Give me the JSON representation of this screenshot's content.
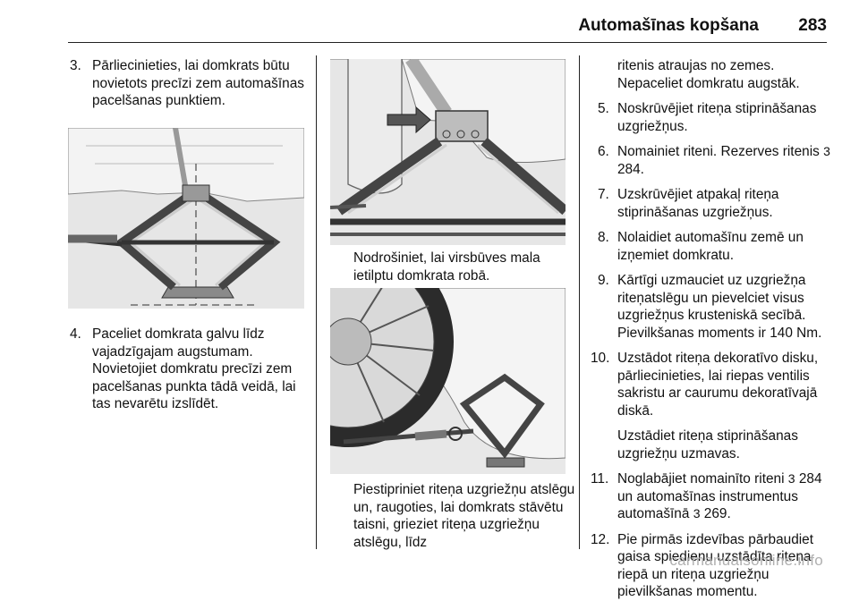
{
  "header": {
    "title": "Automašīnas kopšana",
    "page_number": "283"
  },
  "left_column": {
    "step3_num": "3.",
    "step3_text": "Pārliecinieties, lai domkrats būtu novietots precīzi zem automašīnas pacelšanas punktiem.",
    "step4_num": "4.",
    "step4_text": "Paceliet domkrata galvu līdz vajadzīgajam augstumam. Novietojiet domkratu precīzi zem pacelšanas punkta tādā veidā, lai tas nevarētu izslīdēt."
  },
  "middle_column": {
    "caption1": "Nodrošiniet, lai virsbūves mala ietilptu domkrata robā.",
    "caption2": "Piestipriniet riteņa uzgriežņu atslēgu un, raugoties, lai domkrats stāvētu taisni, grieziet riteņa uzgriežņu atslēgu, līdz"
  },
  "right_column": {
    "cont_text": "ritenis atraujas no zemes. Nepaceliet domkratu augstāk.",
    "steps": [
      {
        "num": "5.",
        "text": "Noskrūvējiet riteņa stiprināšanas uzgriežņus."
      },
      {
        "num": "6.",
        "text_a": "Nomainiet riteni. Rezerves ritenis",
        "ref_icon": "3",
        "text_b": "284."
      },
      {
        "num": "7.",
        "text": "Uzskrūvējiet atpakaļ riteņa stiprināšanas uzgriežņus."
      },
      {
        "num": "8.",
        "text": "Nolaidiet automašīnu zemē un izņemiet domkratu."
      },
      {
        "num": "9.",
        "text": "Kārtīgi uzmauciet uz uzgriežņa riteņatslēgu un pievelciet visus uzgriežņus krusteniskā secībā. Pievilkšanas moments ir 140 Nm."
      },
      {
        "num": "10.",
        "text": "Uzstādot riteņa dekoratīvo disku, pārliecinieties, lai riepas ventilis sakristu ar caurumu dekoratīvajā diskā.",
        "extra": "Uzstādiet riteņa stiprināšanas uzgriežņu uzmavas."
      },
      {
        "num": "11.",
        "text_a": "Noglabājiet nomainīto riteni",
        "ref_icon1": "3",
        "text_b": "284 un automašīnas instrumentus automašīnā",
        "ref_icon2": "3",
        "text_c": "269."
      },
      {
        "num": "12.",
        "text": "Pie pirmās izdevības pārbaudiet gaisa spiedienu uzstādīta riteņa riepā un riteņa uzgriežņu pievilkšanas momentu."
      }
    ]
  },
  "watermark": "carmanualsonline.info",
  "colors": {
    "figure_bg": "#e4e4e4",
    "line_art": "#444444",
    "arrow_fill": "#555555"
  }
}
